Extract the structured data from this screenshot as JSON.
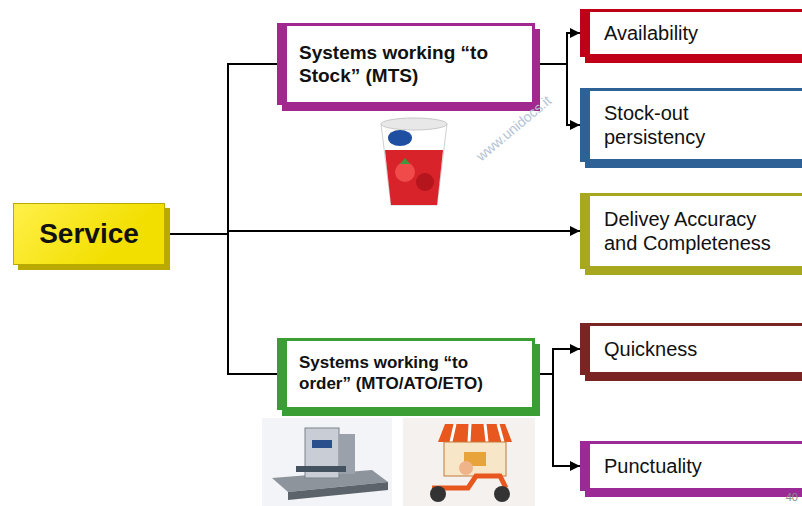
{
  "diagram": {
    "nodes": [
      {
        "text": [
          "Service"
        ]
      },
      {
        "text": [
          "Systems working “to Stock” (MTS)"
        ]
      },
      {
        "text": [
          "Availability"
        ]
      },
      {
        "text": [
          "Stock-out persistency"
        ]
      },
      {
        "text": [
          "Delivey Accuracy and Completeness"
        ]
      },
      {
        "text": [
          "Systems working “to order” (MTO/ATO/ETO)"
        ]
      },
      {
        "text": [
          "Quickness"
        ]
      },
      {
        "text": [
          "Punctuality"
        ]
      }
    ],
    "edges": [
      {
        "from": 0,
        "to": 1,
        "arrow": "none"
      },
      {
        "from": 0,
        "to": 4,
        "arrow": "to"
      },
      {
        "from": 0,
        "to": 5,
        "arrow": "none"
      },
      {
        "from": 1,
        "to": 2,
        "arrow": "to"
      },
      {
        "from": 1,
        "to": 3,
        "arrow": "to"
      },
      {
        "from": 5,
        "to": 6,
        "arrow": "to"
      },
      {
        "from": 5,
        "to": 7,
        "arrow": "to"
      }
    ],
    "labels": [
      "www.unidocs.it",
      "40"
    ]
  }
}
